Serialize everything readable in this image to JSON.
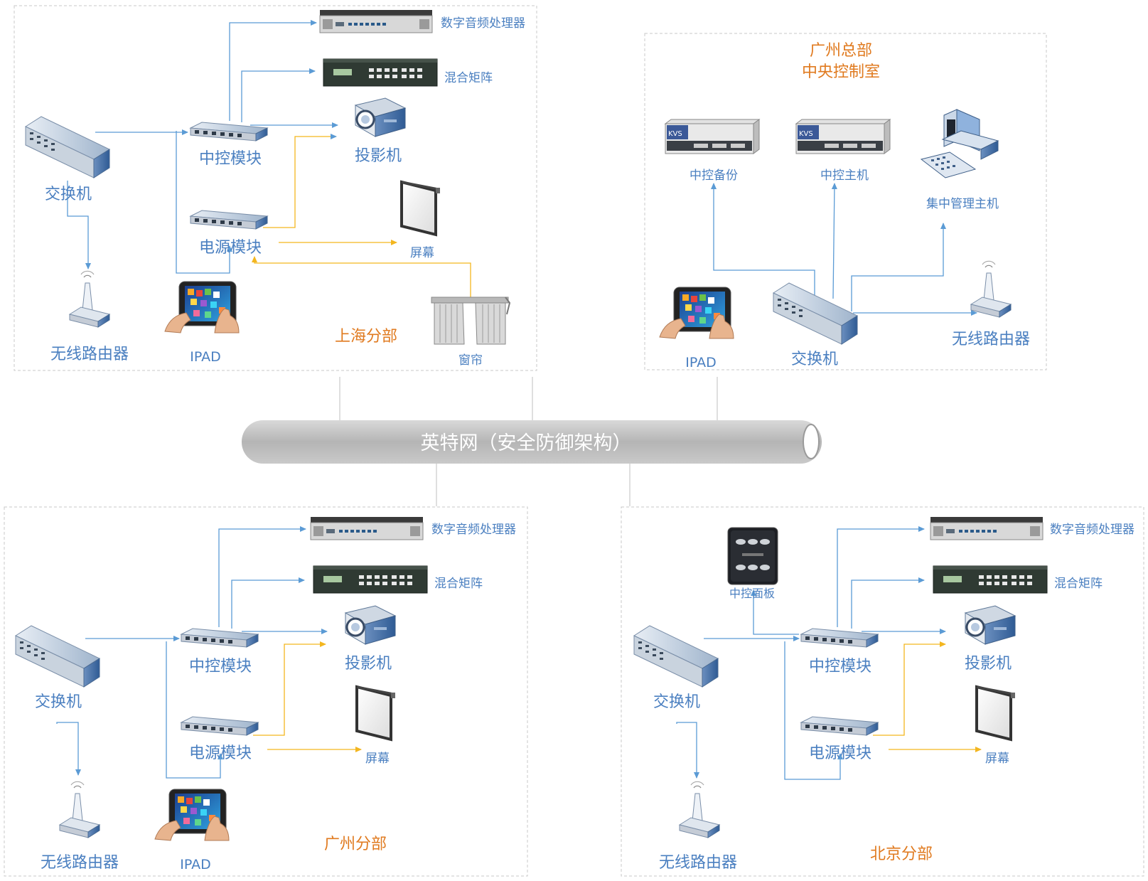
{
  "backbone": {
    "label": "英特网（安全防御架构）"
  },
  "colors": {
    "blue_link": "#5b9bd5",
    "yellow_link": "#f3b61f",
    "panel_border": "#c8c8c8",
    "blue_label": "#4a7fc0",
    "orange_label": "#e07a1f",
    "pipe": "#c3c3c3"
  },
  "shanghai": {
    "title": "上海分部",
    "labels": {
      "dsp": "数字音频处理器",
      "matrix": "混合矩阵",
      "control": "中控模块",
      "projector": "投影机",
      "switch": "交换机",
      "power": "电源模块",
      "screen": "屏幕",
      "router": "无线路由器",
      "ipad": "IPAD",
      "curtain": "窗帘"
    }
  },
  "hq": {
    "title_line1": "广州总部",
    "title_line2": "中央控制室",
    "labels": {
      "backup": "中控备份",
      "host": "中控主机",
      "mgmt": "集中管理主机",
      "ipad": "IPAD",
      "switch": "交换机",
      "router": "无线路由器"
    },
    "kvs_brand": "KVS"
  },
  "guangzhou": {
    "title": "广州分部",
    "labels": {
      "dsp": "数字音频处理器",
      "matrix": "混合矩阵",
      "control": "中控模块",
      "projector": "投影机",
      "switch": "交换机",
      "power": "电源模块",
      "screen": "屏幕",
      "router": "无线路由器",
      "ipad": "IPAD"
    }
  },
  "beijing": {
    "title": "北京分部",
    "labels": {
      "panel": "中控面板",
      "dsp": "数字音频处理器",
      "matrix": "混合矩阵",
      "control": "中控模块",
      "projector": "投影机",
      "switch": "交换机",
      "power": "电源模块",
      "screen": "屏幕",
      "router": "无线路由器"
    }
  }
}
